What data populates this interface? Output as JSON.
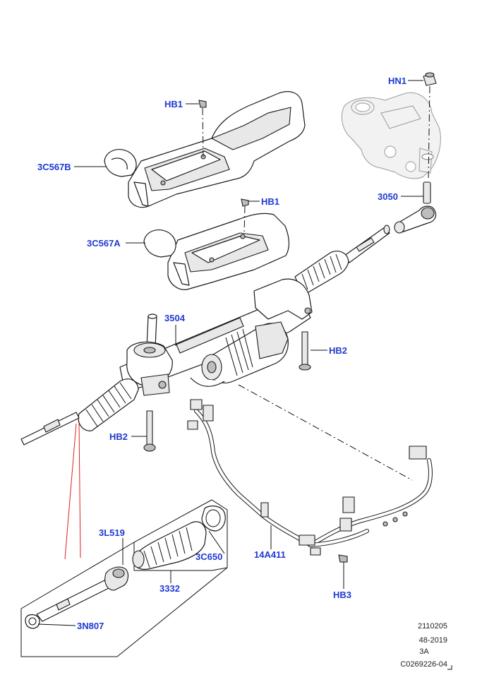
{
  "callouts": {
    "hb1_top": "HB1",
    "hb1_mid": "HB1",
    "hn1": "HN1",
    "c3c567b": "3C567B",
    "c3c567a": "3C567A",
    "c3050": "3050",
    "c3504": "3504",
    "hb2_right": "HB2",
    "hb2_left": "HB2",
    "c3l519": "3L519",
    "c3c650": "3C650",
    "c3332": "3332",
    "c3n807": "3N807",
    "c14a411": "14A411",
    "hb3": "HB3"
  },
  "reference": {
    "line1": "2110205",
    "line2": "48-2019",
    "line3": "3A",
    "line4": "C0269226-04"
  },
  "colors": {
    "callout": "#1f3ad1",
    "line": "#111111",
    "red_leader": "#e0201a"
  }
}
